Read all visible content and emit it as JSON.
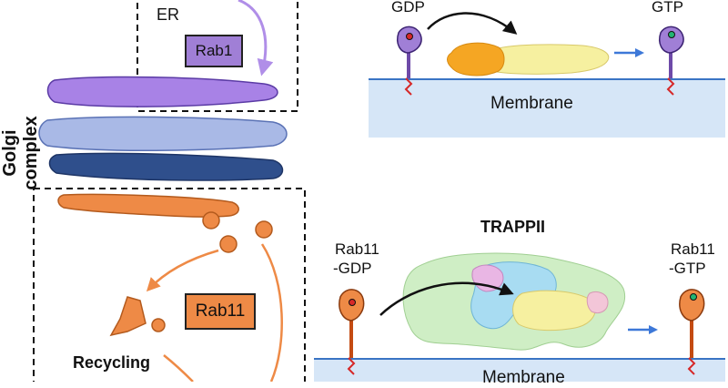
{
  "golgi": {
    "title": "Golgi complex"
  },
  "er": {
    "label": "ER",
    "rab": "Rab1"
  },
  "lower": {
    "rab": "Rab11",
    "recycling_label": "Recycling"
  },
  "top_panel": {
    "gdp_label": "GDP",
    "gtp_label": "GTP",
    "membrane_label": "Membrane"
  },
  "bottom_panel": {
    "complex_label": "TRAPPII",
    "gdp_line1": "Rab11",
    "gdp_line2": "-GDP",
    "gtp_line1": "Rab11",
    "gtp_line2": "-GTP",
    "membrane_label": "Membrane"
  },
  "colors": {
    "purple": "#a07fd6",
    "orange": "#ee8a46",
    "cisterna_light": "#a9b9e6",
    "cisterna_dark": "#2f4f8c",
    "membrane": "#d6e6f7",
    "membrane_line": "#3a74c4",
    "arrow_blue": "#3d78d8",
    "green_dot": "#22b573",
    "red_dot": "#d62828"
  }
}
